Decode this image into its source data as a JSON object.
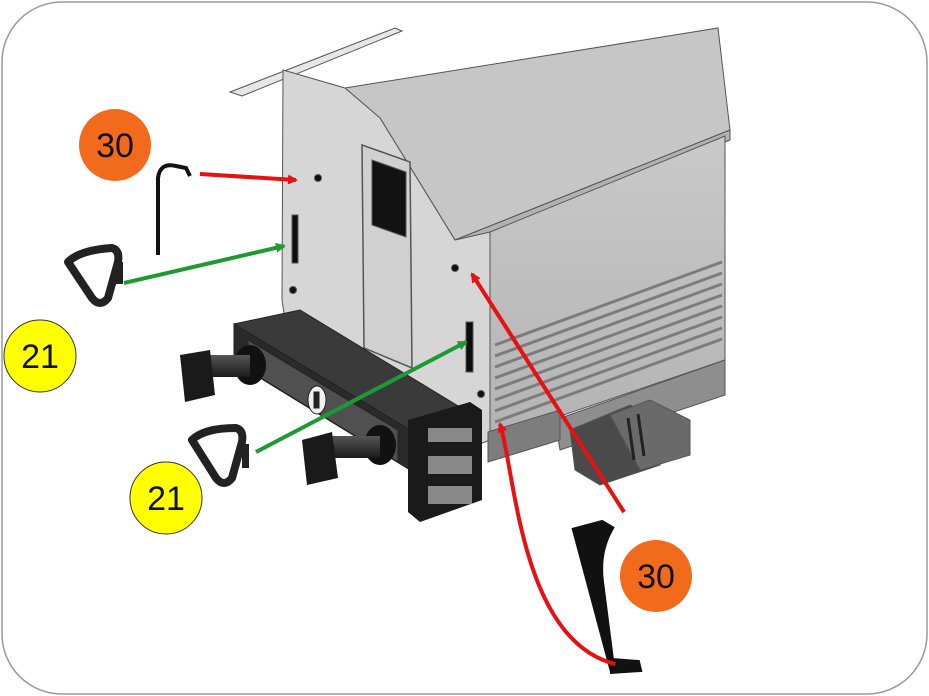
{
  "colors": {
    "orange_badge": "#F26A1B",
    "yellow_badge": "#FFFF00",
    "red_arrow": "#E81010",
    "green_arrow": "#1E9A32",
    "body_light": "#D4D4D4",
    "body_mid": "#B9B9B9",
    "body_dark": "#8E8E8E",
    "roof_light": "#CDCDCD",
    "part_black": "#1A1A1A"
  },
  "callouts": {
    "handrail_top_left": "30",
    "handrail_bottom_right": "30",
    "coupling_link_upper": "21",
    "coupling_link_lower": "21"
  },
  "icons": [
    "handrail-part-icon",
    "coupling-link-part-icon",
    "buffer-icon",
    "step-ladder-icon"
  ]
}
